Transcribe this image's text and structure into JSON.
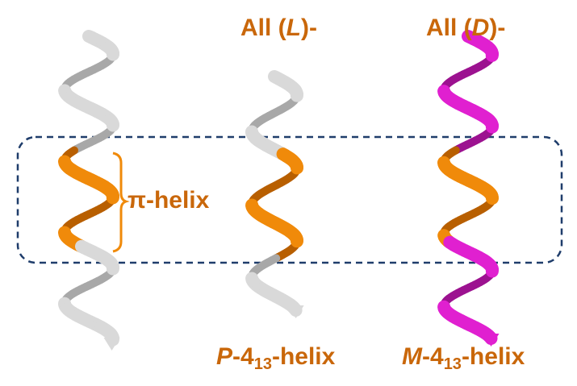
{
  "labels": {
    "pi_helix": "π-helix",
    "all_l": {
      "prefix": "All (",
      "letter": "L",
      "suffix": ")-"
    },
    "all_d": {
      "prefix": "All (",
      "letter": "D",
      "suffix": ")-"
    },
    "p_helix": {
      "italic": "P",
      "main": "-4",
      "sub": "13",
      "tail": "-helix"
    },
    "m_helix": {
      "italic": "M",
      "main": "-4",
      "sub": "13",
      "tail": "-helix"
    }
  },
  "colors": {
    "label_text": "#c9670a",
    "gray_ribbon": "#d9d9d9",
    "gray_ribbon_dark": "#a8a8a8",
    "orange_ribbon": "#f08a0a",
    "orange_ribbon_dark": "#b85f00",
    "magenta_ribbon": "#e020d0",
    "magenta_ribbon_dark": "#9c1290",
    "dashed_box": "#1f3d6b"
  },
  "helices": [
    {
      "name": "left-helix",
      "segments": [
        "gray",
        "orange",
        "gray"
      ]
    },
    {
      "name": "middle-helix",
      "segments": [
        "gray",
        "orange",
        "gray"
      ]
    },
    {
      "name": "right-helix",
      "segments": [
        "magenta",
        "orange",
        "magenta"
      ]
    }
  ]
}
